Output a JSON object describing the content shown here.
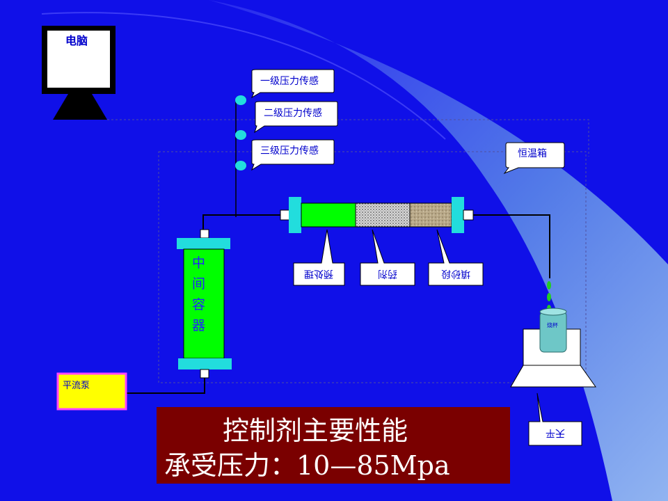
{
  "labels": {
    "computer": "电脑",
    "sensor1": "一级压力传感",
    "sensor2": "二级压力传感",
    "sensor3": "三级压力传感",
    "thermostat": "恒温箱",
    "preflush": "预处理",
    "agent": "药剂",
    "sand": "填砂段",
    "container_chars": [
      "中",
      "间",
      "容",
      "器"
    ],
    "pump": "平流泵",
    "beaker": "烧杯",
    "balance": "天平"
  },
  "caption": {
    "title": "控制剂主要性能",
    "pressure": "承受压力：10—85Mpa"
  },
  "colors": {
    "background": "#1010e8",
    "cyan_fittings": "#22dddd",
    "green_sections": "#00ff00",
    "pump_fill": "#ffff00",
    "caption_box": "#7a0000"
  }
}
